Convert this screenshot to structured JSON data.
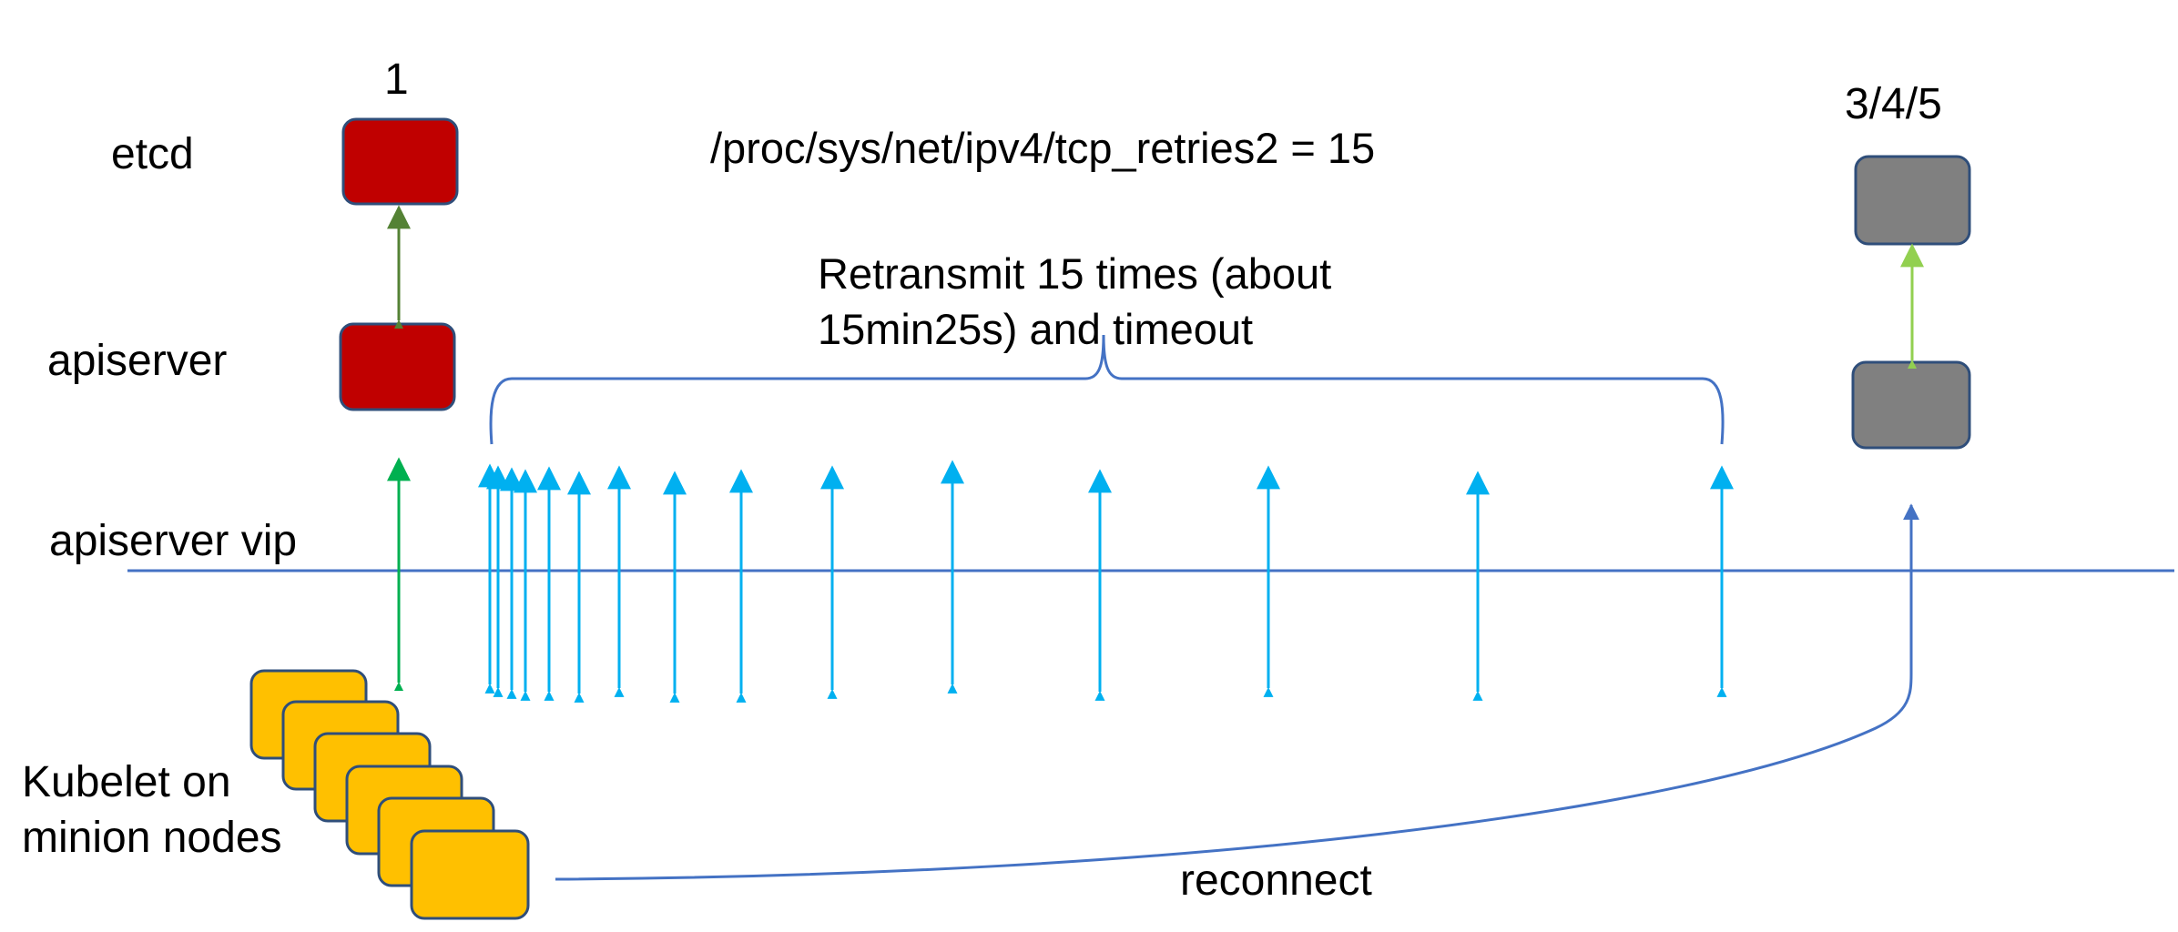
{
  "labels": {
    "etcd": "etcd",
    "apiserver": "apiserver",
    "apiserver_vip": "apiserver vip",
    "kubelet_line1": "Kubelet on",
    "kubelet_line2": "minion nodes",
    "step_1": "1",
    "step_345": "3/4/5",
    "tcp_retries": "/proc/sys/net/ipv4/tcp_retries2 = 15",
    "retransmit_line1": "Retransmit 15 times (about",
    "retransmit_line2": "15min25s) and timeout",
    "reconnect": "reconnect"
  },
  "colors": {
    "initial_server_fill": "#c00000",
    "new_server_fill": "#808080",
    "node_fill": "#ffc000",
    "box_border": "#2f4e7a",
    "etcd_link": "#548235",
    "new_etcd_link": "#92d050",
    "initial_connection": "#00b050",
    "retransmit": "#00b0f0",
    "vip_line": "#4472c4"
  },
  "retransmission_count": 15
}
